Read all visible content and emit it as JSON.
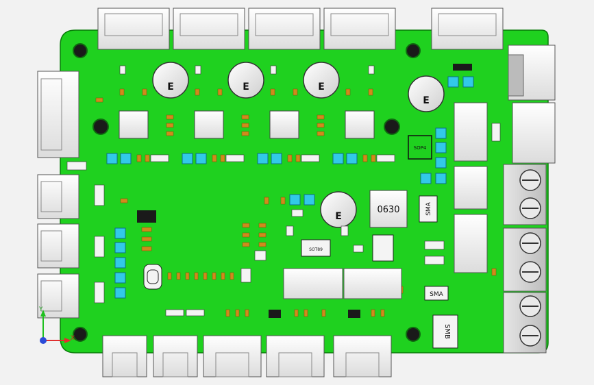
{
  "app": {
    "title": ""
  },
  "board": {
    "color": "#1fd11f",
    "pad_color": "#32c9e8",
    "copper_color": "#d08a1c",
    "component_white": "#f4f4f4",
    "chip_black": "#1a1a1a"
  },
  "labels": {
    "sop4": "SOP4",
    "inductor_0630": "0630",
    "sma_1": "SMA",
    "sma_2": "SMA",
    "smb": "SMB",
    "sot89": "SOT89",
    "cap_mark_1": "E",
    "cap_mark_2": "E",
    "cap_mark_3": "E",
    "cap_mark_4": "E",
    "cap_mark_5": "E"
  },
  "axes_indicator": {
    "y": "Y",
    "x": "X"
  },
  "icons": [
    "axis-triad-icon"
  ]
}
